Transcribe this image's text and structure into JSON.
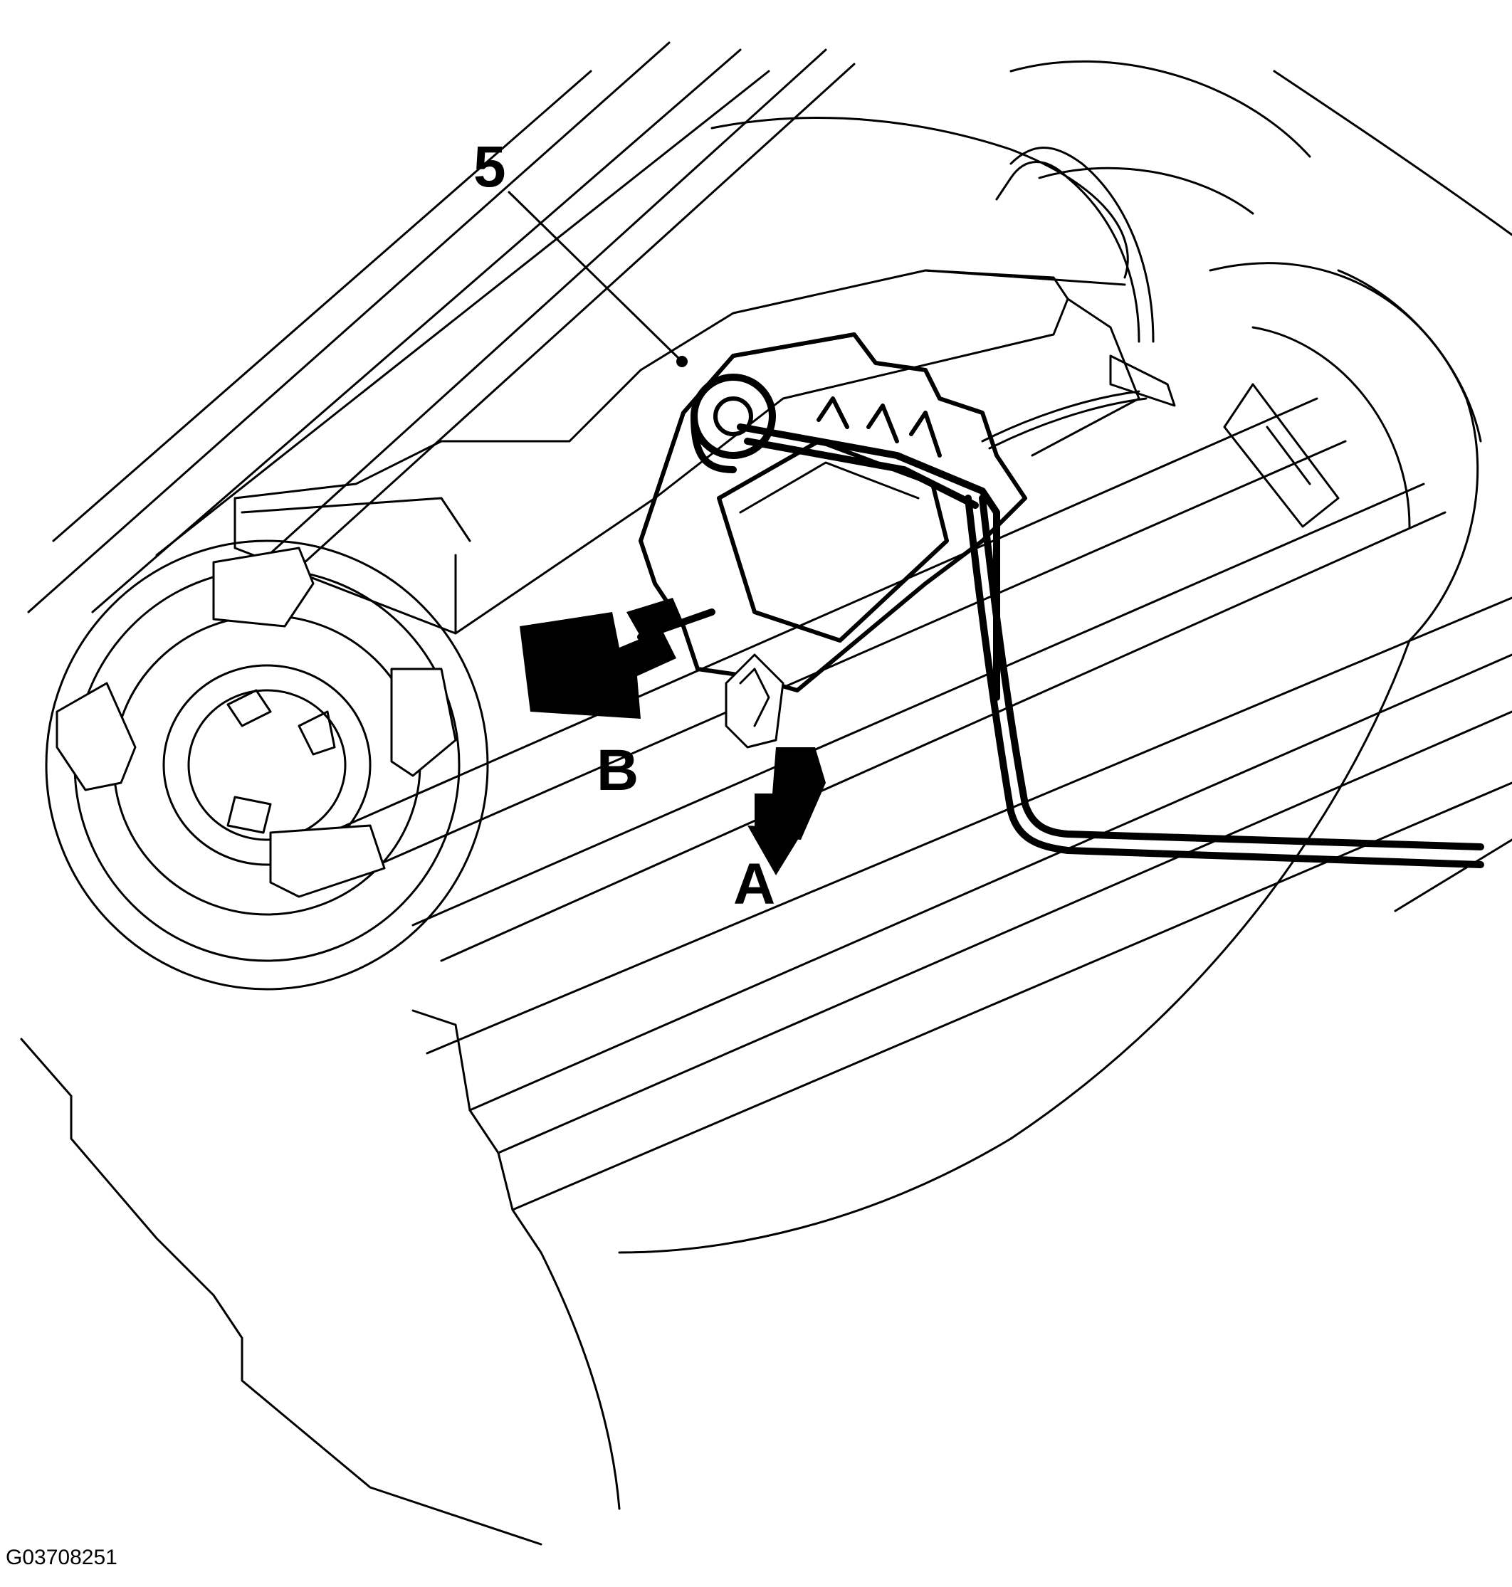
{
  "diagram": {
    "callout_number": "5",
    "arrow_labels": {
      "a": "A",
      "b": "B"
    },
    "figure_code": "G03708251",
    "colors": {
      "line": "#000000",
      "background": "#ffffff"
    }
  }
}
